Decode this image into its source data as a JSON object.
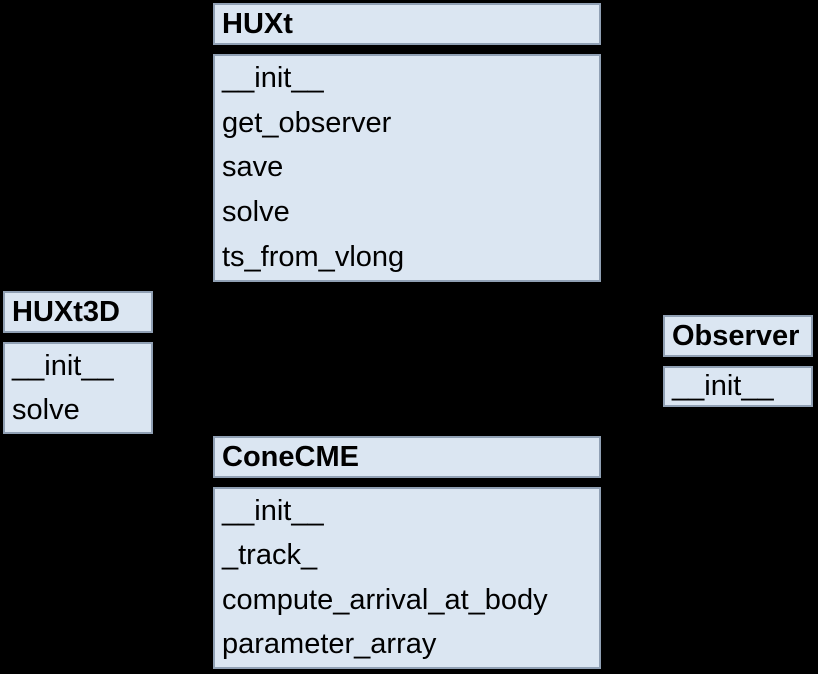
{
  "diagram": {
    "kind": "uml-class-diagram",
    "classes": [
      {
        "name": "HUXt",
        "methods": [
          "__init__",
          "get_observer",
          "save",
          "solve",
          "ts_from_vlong"
        ]
      },
      {
        "name": "HUXt3D",
        "methods": [
          "__init__",
          "solve"
        ]
      },
      {
        "name": "Observer",
        "methods": [
          "__init__"
        ]
      },
      {
        "name": "ConeCME",
        "methods": [
          "__init__",
          "_track_",
          "compute_arrival_at_body",
          "parameter_array"
        ]
      }
    ]
  },
  "colors": {
    "background": "#000000",
    "box_fill": "#dbe6f2",
    "box_border": "#90a0b4",
    "text": "#000000"
  }
}
